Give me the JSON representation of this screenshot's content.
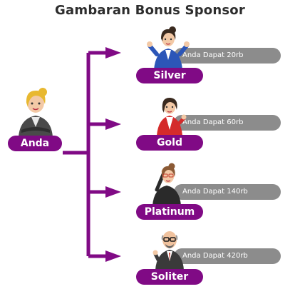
{
  "title": "Gambaran Bonus Sponsor",
  "colors": {
    "accent": "#800a85",
    "bubble": "#8c8c8c"
  },
  "root": {
    "label": "Anda",
    "figure": "blonde-woman-avatar"
  },
  "tiers": [
    {
      "label": "Silver",
      "bonus": "Anda Dapat 20rb",
      "figure": "woman-blue-suit-avatar"
    },
    {
      "label": "Gold",
      "bonus": "Anda Dapat 60rb",
      "figure": "woman-red-jacket-avatar"
    },
    {
      "label": "Platinum",
      "bonus": "Anda Dapat 140rb",
      "figure": "woman-black-dress-avatar"
    },
    {
      "label": "Soliter",
      "bonus": "Anda Dapat 420rb",
      "figure": "bald-man-glasses-avatar"
    }
  ]
}
